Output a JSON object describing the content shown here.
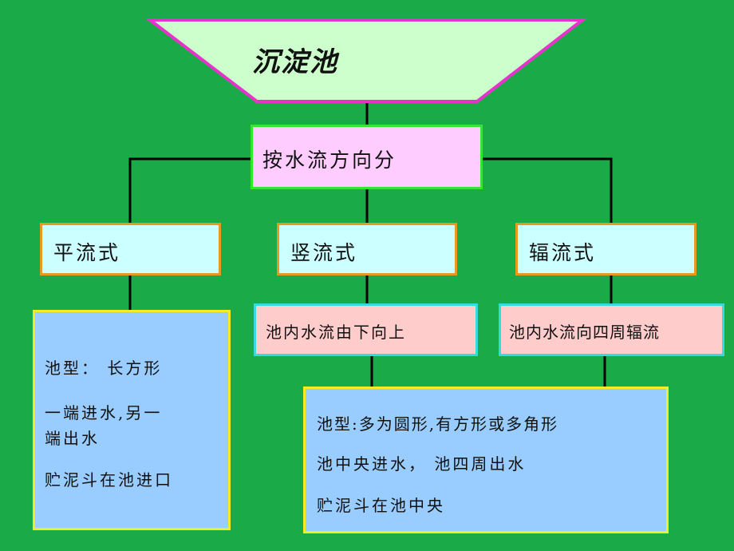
{
  "title": "沉淀池",
  "classification": "按水流方向分",
  "types": [
    {
      "label": "平流式"
    },
    {
      "label": "竖流式"
    },
    {
      "label": "辐流式"
    }
  ],
  "flows": [
    {
      "text": "池内水流由下向上"
    },
    {
      "text": "池内水流向四周辐流"
    }
  ],
  "horizontal_details": {
    "line1": "池型： 长方形",
    "line2a": "一端进水,另一",
    "line2b": "端出水",
    "line3": "贮泥斗在池进口"
  },
  "vertical_radial_details": {
    "line1": "池型:多为圆形,有方形或多角形",
    "line2": "池中央进水， 池四周出水",
    "line3": "贮泥斗在池中央"
  },
  "colors": {
    "background": "#1aab48",
    "title_fill": "#ccffcc",
    "title_border": "#e633cc",
    "method_fill": "#ffccff",
    "type_fill": "#ccffff",
    "flow_fill": "#ffcccc",
    "info_fill": "#99ccff"
  }
}
